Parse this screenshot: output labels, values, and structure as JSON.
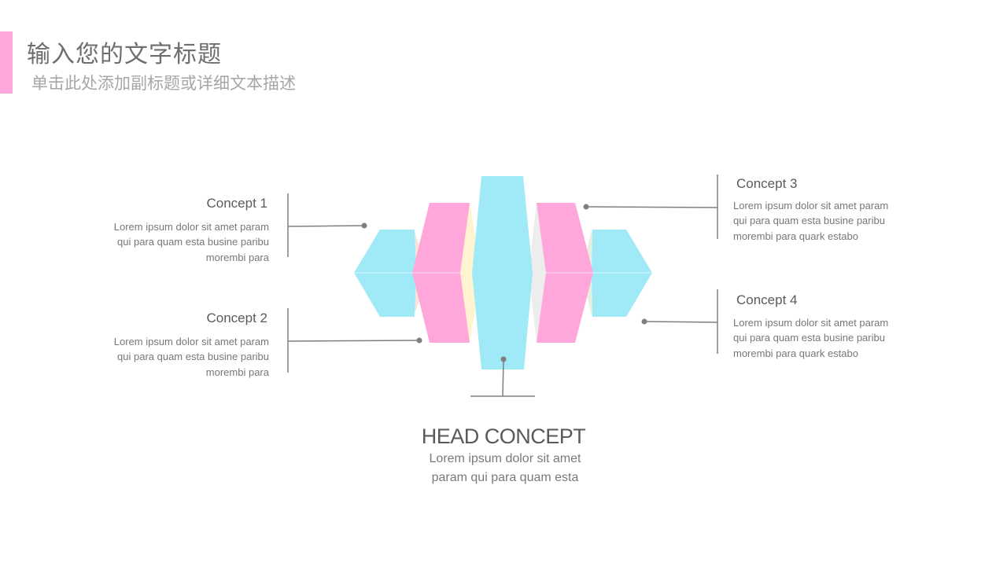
{
  "slide": {
    "title": "输入您的文字标题",
    "subtitle": "单击此处添加副标题或详细文本描述"
  },
  "concepts": [
    {
      "title": "Concept 1",
      "body": "Lorem ipsum dolor sit amet param qui para quam esta busine paribu morembi para"
    },
    {
      "title": "Concept 2",
      "body": "Lorem ipsum dolor sit amet param qui para quam esta busine paribu morembi para"
    },
    {
      "title": "Concept 3",
      "body": "Lorem ipsum dolor sit amet param qui para quam esta busine paribu morembi para quark estabo"
    },
    {
      "title": "Concept 4",
      "body": "Lorem ipsum dolor sit amet param qui para quam esta busine paribu morembi para quark estabo"
    }
  ],
  "head": {
    "title": "HEAD CONCEPT",
    "body": "Lorem ipsum dolor sit amet param qui para quam esta"
  },
  "colors": {
    "accent": "#FFA6DA",
    "cyan": "#A0EAF8",
    "pink": "#FFA6DA",
    "connector": "#7f7f7f"
  }
}
